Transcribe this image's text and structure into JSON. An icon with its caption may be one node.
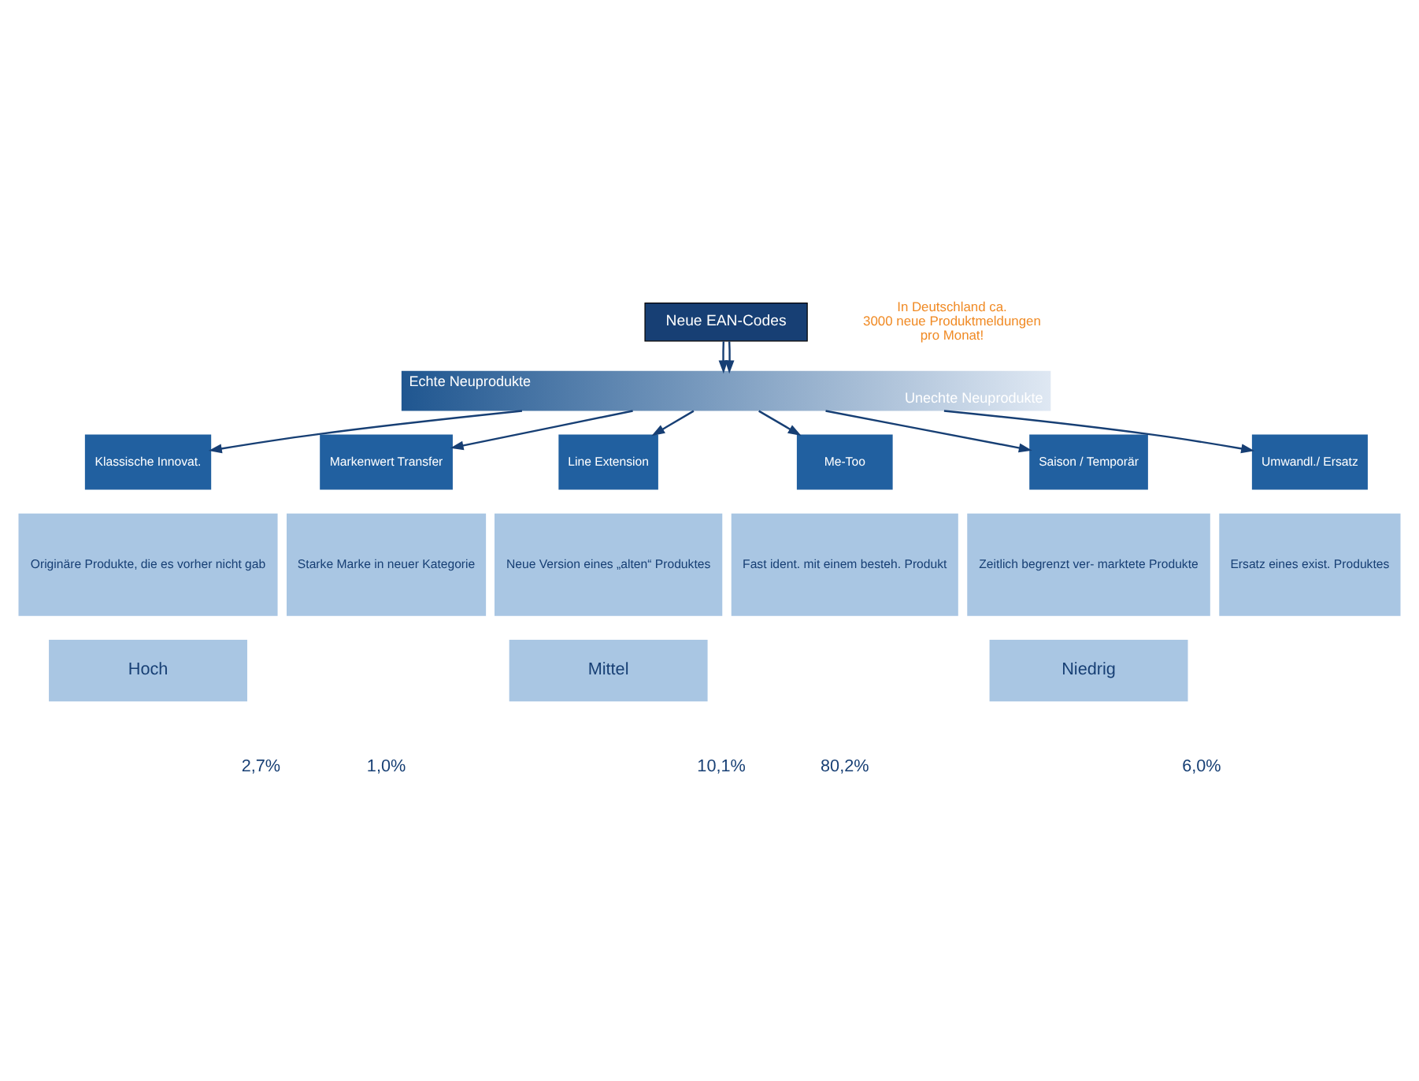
{
  "diagram": {
    "nodes": [
      {
        "text": [
          "Neue EAN-Codes"
        ]
      },
      {
        "text": [
          "Echte Neuprodukte",
          "Unechte Neuprodukte"
        ]
      },
      {
        "text": [
          "Klassische Innovat."
        ]
      },
      {
        "text": [
          "Markenwert Transfer"
        ]
      },
      {
        "text": [
          "Line Extension"
        ]
      },
      {
        "text": [
          "Me-Too"
        ]
      },
      {
        "text": [
          "Saison / Temporär"
        ]
      },
      {
        "text": [
          "Umwandl./ Ersatz"
        ]
      },
      {
        "text": [
          "Originäre Produkte, die es vorher nicht gab"
        ]
      },
      {
        "text": [
          "Starke Marke in neuer Kategorie"
        ]
      },
      {
        "text": [
          "Neue Version eines „alten“ Produktes"
        ]
      },
      {
        "text": [
          "Fast ident. mit einem besteh. Produkt"
        ]
      },
      {
        "text": [
          "Zeitlich begrenzt ver- marktete Produkte"
        ]
      },
      {
        "text": [
          "Ersatz eines exist. Produktes"
        ]
      },
      {
        "text": [
          "Hoch"
        ]
      },
      {
        "text": [
          "Mittel"
        ]
      },
      {
        "text": [
          "Niedrig"
        ]
      }
    ],
    "edges": [
      {
        "from": 0,
        "to": 1,
        "arrow": "to"
      },
      {
        "from": 0,
        "to": 1,
        "arrow": "to"
      },
      {
        "from": 1,
        "to": 2,
        "arrow": "to"
      },
      {
        "from": 1,
        "to": 3,
        "arrow": "to"
      },
      {
        "from": 1,
        "to": 4,
        "arrow": "to"
      },
      {
        "from": 1,
        "to": 5,
        "arrow": "to"
      },
      {
        "from": 1,
        "to": 6,
        "arrow": "to"
      },
      {
        "from": 1,
        "to": 7,
        "arrow": "to"
      }
    ],
    "labels": [
      "In Deutschland ca. 3000 neue Produktmeldungen pro Monat!",
      "2,7%",
      "1,0%",
      "10,1%",
      "80,2%",
      "6,0%"
    ]
  }
}
